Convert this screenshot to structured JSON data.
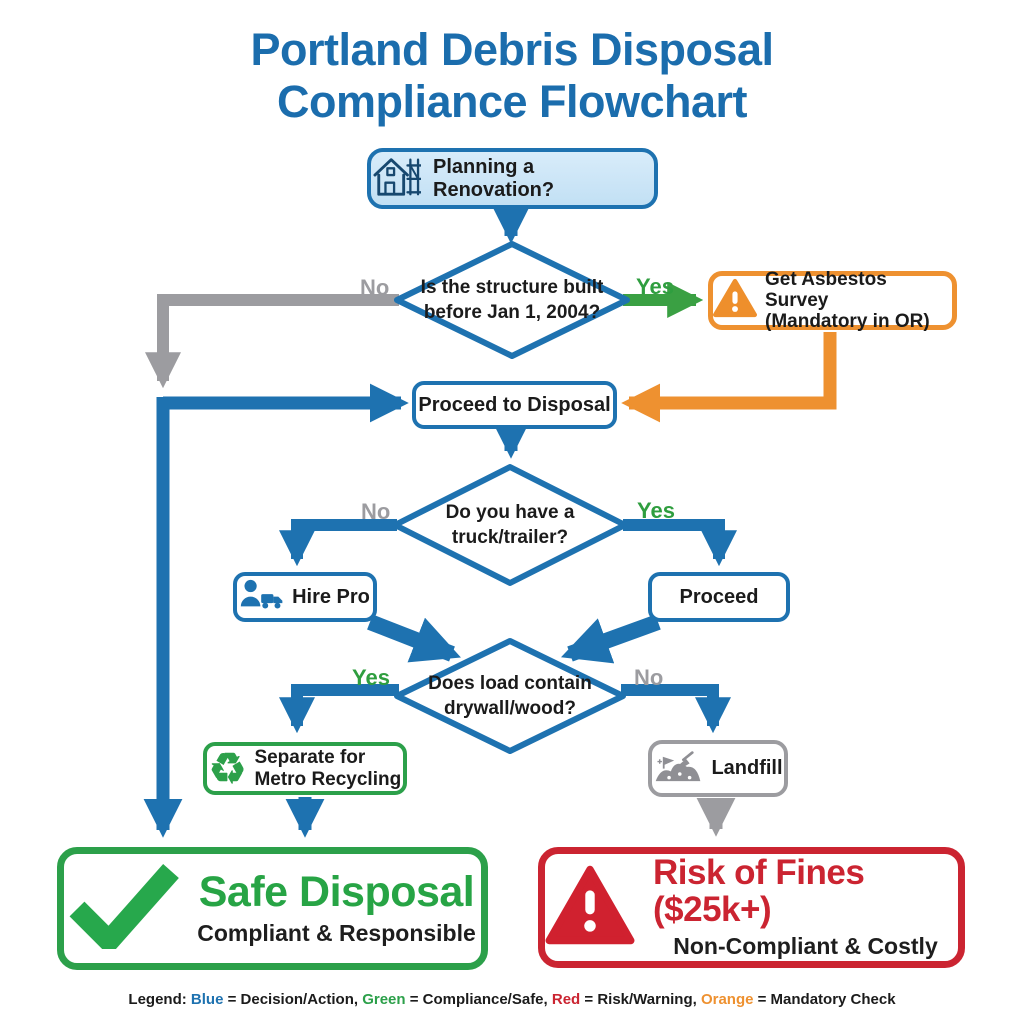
{
  "title": {
    "line1": "Portland Debris Disposal",
    "line2": "Compliance Flowchart"
  },
  "colors": {
    "blue": "#1e72b0",
    "light_blue_fill": "#cde7f7",
    "green": "#2ca04a",
    "gray": "#9c9ca0",
    "orange": "#ee9130",
    "red": "#cb2431",
    "title_blue": "#1b6dad"
  },
  "nodes": {
    "start": {
      "label": "Planning a Renovation?",
      "icon": "house-renovation-icon"
    },
    "decision_structure_age": {
      "line1": "Is the structure built",
      "line2": "before Jan 1, 2004?",
      "no_label": "No",
      "yes_label": "Yes"
    },
    "asbestos_survey": {
      "line1": "Get Asbestos Survey",
      "line2": "(Mandatory in OR)",
      "icon": "warning-triangle-icon"
    },
    "proceed_to_disposal": {
      "label": "Proceed to Disposal"
    },
    "decision_truck_trailer": {
      "line1": "Do you have a",
      "line2": "truck/trailer?",
      "no_label": "No",
      "yes_label": "Yes"
    },
    "hire_pro": {
      "label": "Hire Pro",
      "icon": "person-truck-icon"
    },
    "proceed": {
      "label": "Proceed"
    },
    "decision_load_contents": {
      "line1": "Does load contain",
      "line2": "drywall/wood?",
      "yes_label": "Yes",
      "no_label": "No"
    },
    "metro_recycling": {
      "line1": "Separate for",
      "line2": "Metro Recycling",
      "icon": "recycle-icon",
      "icon_glyph": "♻"
    },
    "landfill": {
      "label": "Landfill",
      "icon": "landfill-icon"
    },
    "safe_disposal": {
      "title": "Safe Disposal",
      "subtitle": "Compliant & Responsible",
      "icon": "check-icon"
    },
    "risk_of_fines": {
      "title": "Risk of Fines ($25k+)",
      "subtitle": "Non-Compliant & Costly",
      "icon": "warning-triangle-icon"
    }
  },
  "legend": {
    "prefix": "Legend: ",
    "blue_label": "Blue",
    "blue_desc": " = Decision/Action, ",
    "green_label": "Green",
    "green_desc": " = Compliance/Safe, ",
    "red_label": "Red",
    "red_desc": " = Risk/Warning, ",
    "orange_label": "Orange",
    "orange_desc": " = Mandatory Check"
  }
}
